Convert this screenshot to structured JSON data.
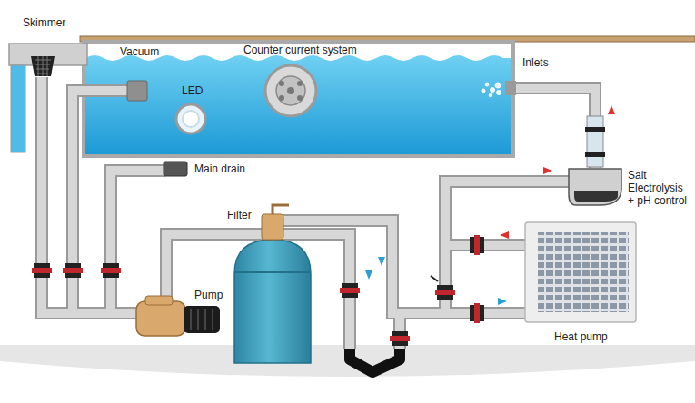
{
  "diagram": {
    "labels": [
      "Skimmer",
      "Vacuum",
      "Counter current system",
      "Inlets",
      "LED",
      "Main drain",
      "Salt Electrolysis + pH control",
      "Filter",
      "Pump",
      "Heat pump"
    ]
  }
}
